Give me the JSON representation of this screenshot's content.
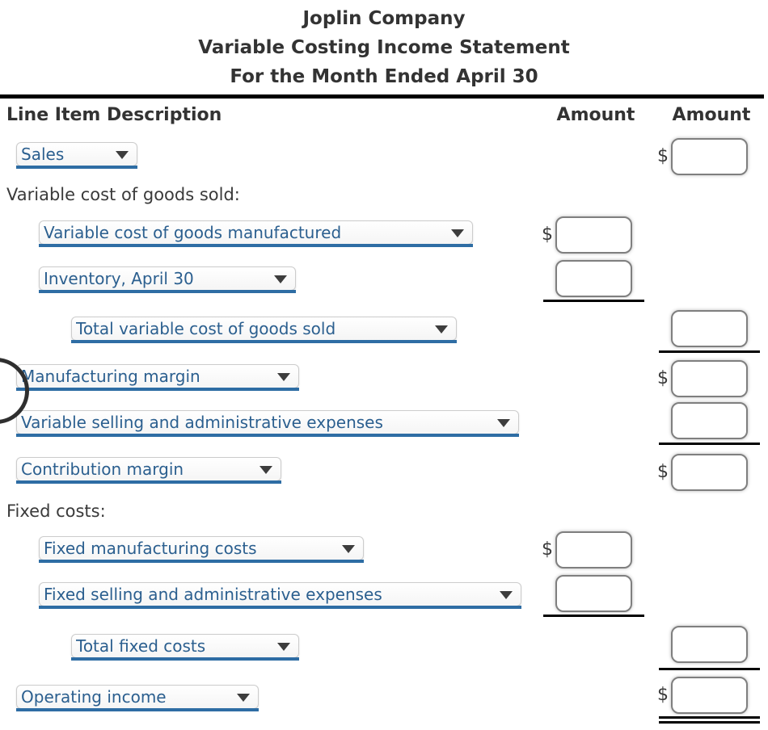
{
  "title": {
    "company": "Joplin Company",
    "statement": "Variable Costing Income Statement",
    "period": "For the Month Ended April 30"
  },
  "table_header": {
    "description": "Line Item Description",
    "amount_col_1": "Amount",
    "amount_col_2": "Amount"
  },
  "currency_symbol": "$",
  "rows": [
    {
      "type": "dropdown",
      "label": "Sales",
      "indent": 0,
      "amount_column": 2,
      "dollar_sign": true,
      "input_value": "",
      "rule_below": "none"
    },
    {
      "type": "section-label",
      "label": "Variable cost of goods sold:"
    },
    {
      "type": "dropdown",
      "label": "Variable cost of goods manufactured",
      "indent": 1,
      "amount_column": 1,
      "dollar_sign": true,
      "input_value": "",
      "rule_below": "none"
    },
    {
      "type": "dropdown",
      "label": "Inventory, April 30",
      "indent": 1,
      "amount_column": 1,
      "dollar_sign": false,
      "input_value": "",
      "rule_below": "single"
    },
    {
      "type": "dropdown",
      "label": "Total variable cost of goods sold",
      "indent": 2,
      "amount_column": 2,
      "dollar_sign": false,
      "input_value": "",
      "rule_below": "single"
    },
    {
      "type": "dropdown",
      "label": "Manufacturing margin",
      "indent": 0,
      "amount_column": 2,
      "dollar_sign": true,
      "input_value": "",
      "rule_below": "none"
    },
    {
      "type": "dropdown",
      "label": "Variable selling and administrative expenses",
      "indent": 0,
      "amount_column": 2,
      "dollar_sign": false,
      "input_value": "",
      "rule_below": "single"
    },
    {
      "type": "dropdown",
      "label": "Contribution margin",
      "indent": 0,
      "amount_column": 2,
      "dollar_sign": true,
      "input_value": "",
      "rule_below": "none"
    },
    {
      "type": "section-label",
      "label": "Fixed costs:"
    },
    {
      "type": "dropdown",
      "label": "Fixed manufacturing costs",
      "indent": 1,
      "amount_column": 1,
      "dollar_sign": true,
      "input_value": "",
      "rule_below": "none"
    },
    {
      "type": "dropdown",
      "label": "Fixed selling and administrative expenses",
      "indent": 1,
      "amount_column": 1,
      "dollar_sign": false,
      "input_value": "",
      "rule_below": "single"
    },
    {
      "type": "dropdown",
      "label": "Total fixed costs",
      "indent": 2,
      "amount_column": 2,
      "dollar_sign": false,
      "input_value": "",
      "rule_below": "single"
    },
    {
      "type": "dropdown",
      "label": "Operating income",
      "indent": 0,
      "amount_column": 2,
      "dollar_sign": true,
      "input_value": "",
      "rule_below": "double"
    }
  ],
  "colors": {
    "dropdown_text": "#2b5f8f",
    "dropdown_underline": "#2e6da4",
    "body_text": "#3a3a3a",
    "rule": "#000000",
    "input_border": "#7f7f7f"
  }
}
